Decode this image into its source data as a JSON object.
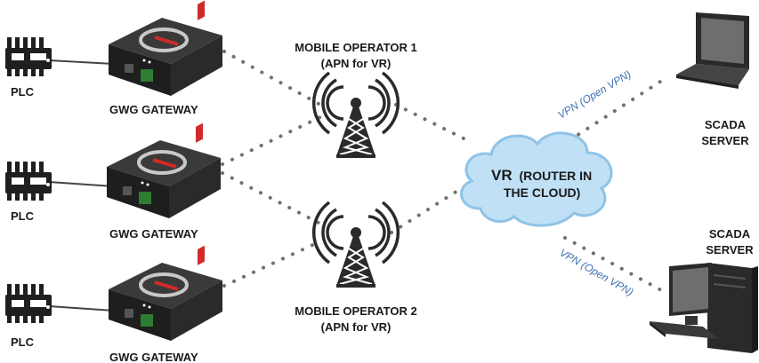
{
  "plc_label": "PLC",
  "gateway_label": "GWG GATEWAY",
  "operator1": {
    "line1": "MOBILE OPERATOR 1",
    "line2": "(APN for VR)"
  },
  "operator2": {
    "line1": "MOBILE OPERATOR 2",
    "line2": "(APN for VR)"
  },
  "cloud": {
    "prefix": "VR",
    "line1": "(ROUTER IN",
    "line2": "THE CLOUD)"
  },
  "vpn_label": "VPN (Open VPN)",
  "server_line1": "SCADA",
  "server_line2": "SERVER",
  "colors": {
    "cloud_fill": "#bfe0f5",
    "cloud_stroke": "#8fc3e6",
    "vpn_text": "#3f6fb0",
    "dots": "#707070",
    "device": "#1f1f1f",
    "accent": "#d02a2a"
  }
}
